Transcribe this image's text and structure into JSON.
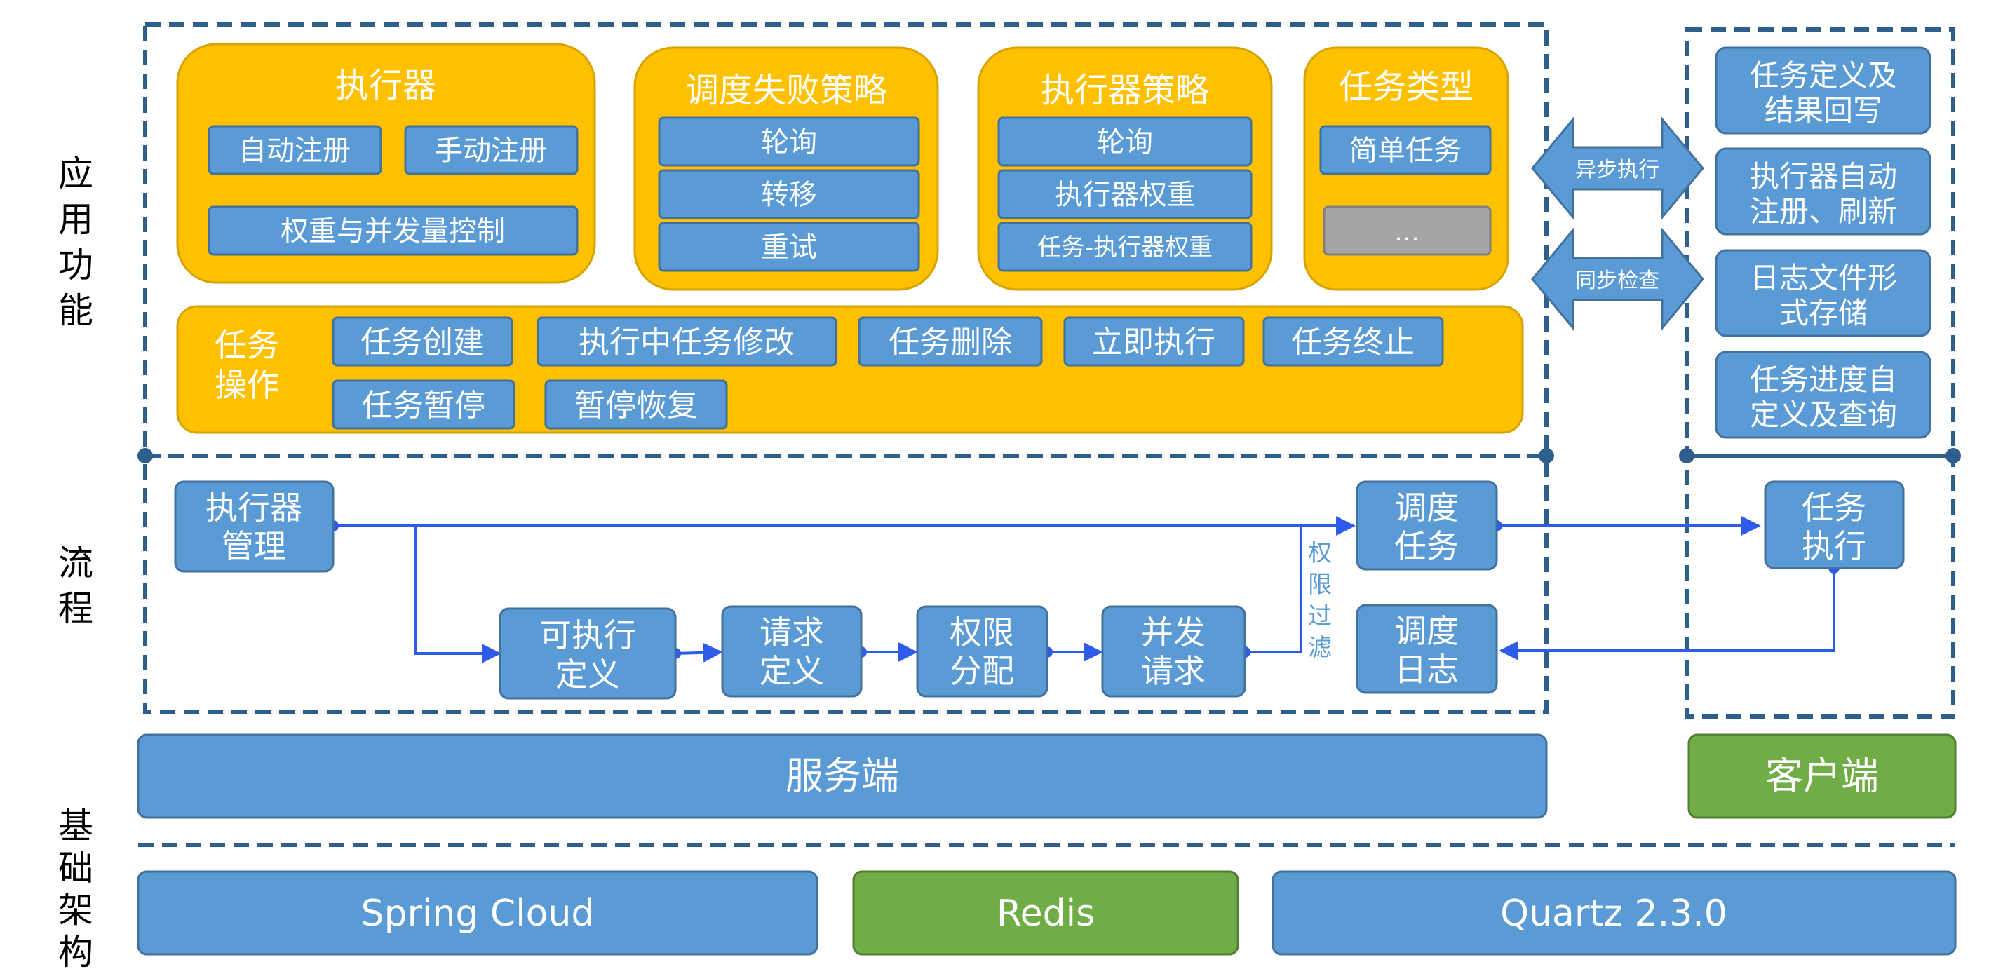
{
  "sections": {
    "app": [
      "应",
      "用",
      "功",
      "能"
    ],
    "flow": [
      "流",
      "程"
    ],
    "infra": [
      "基",
      "础",
      "架",
      "构"
    ]
  },
  "executor": {
    "title": "执行器",
    "auto_register": "自动注册",
    "manual_register": "手动注册",
    "weight_control": "权重与并发量控制"
  },
  "failure_strategy": {
    "title": "调度失败策略",
    "items": [
      "轮询",
      "转移",
      "重试"
    ]
  },
  "executor_strategy": {
    "title": "执行器策略",
    "items": [
      "轮询",
      "执行器权重",
      "任务-执行器权重"
    ]
  },
  "task_type": {
    "title": "任务类型",
    "simple": "简单任务",
    "more": "…"
  },
  "task_ops": {
    "label_line1": "任务",
    "label_line2": "操作",
    "row1": [
      "任务创建",
      "执行中任务修改",
      "任务删除",
      "立即执行",
      "任务终止"
    ],
    "row2": [
      "任务暂停",
      "暂停恢复"
    ]
  },
  "arrows": {
    "async": "异步执行",
    "sync": "同步检查"
  },
  "client_features": [
    [
      "任务定义及",
      "结果回写"
    ],
    [
      "执行器自动",
      "注册、刷新"
    ],
    [
      "日志文件形",
      "式存储"
    ],
    [
      "任务进度自",
      "定义及查询"
    ]
  ],
  "flow": {
    "executor_mgmt": [
      "执行器",
      "管理"
    ],
    "executable_def": [
      "可执行",
      "定义"
    ],
    "request_def": [
      "请求",
      "定义"
    ],
    "permission_assign": [
      "权限",
      "分配"
    ],
    "concurrent_request": [
      "并发",
      "请求"
    ],
    "permission_filter": [
      "权",
      "限",
      "过",
      "滤"
    ],
    "schedule_task": [
      "调度",
      "任务"
    ],
    "schedule_log": [
      "调度",
      "日志"
    ],
    "task_execute": [
      "任务",
      "执行"
    ]
  },
  "layers": {
    "server": "服务端",
    "client": "客户端"
  },
  "infra": {
    "spring_cloud": "Spring Cloud",
    "redis": "Redis",
    "quartz": "Quartz 2.3.0"
  },
  "colors": {
    "blue_box": "#5B9BD5",
    "blue_border": "#41719C",
    "orange_panel": "#FFC000",
    "orange_border": "#D6A300",
    "green_box": "#70AD47",
    "gray_box": "#A5A5A5",
    "dashed_border": "#2E5E8C",
    "flow_arrow": "#2F5BEA"
  }
}
